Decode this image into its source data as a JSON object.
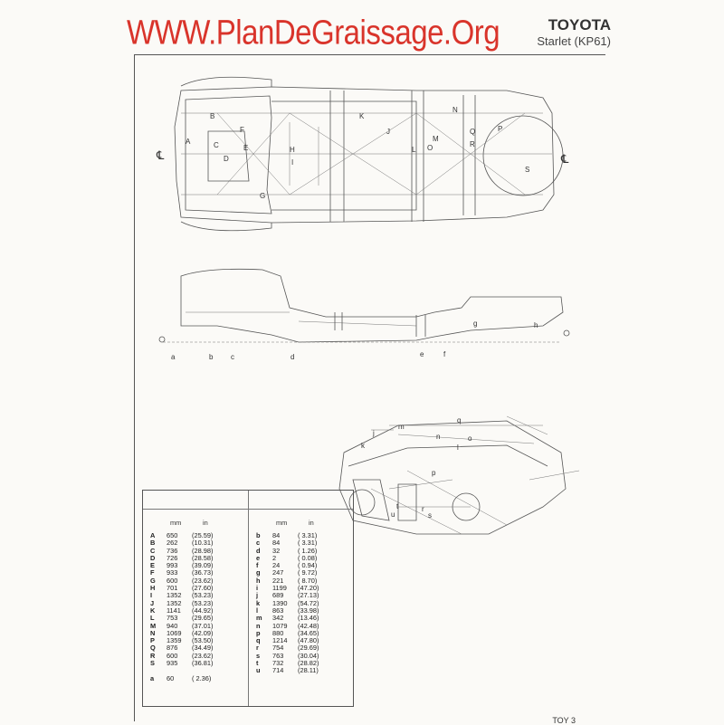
{
  "header": {
    "watermark": "WWW.PlanDeGraissage.Org",
    "make": "TOYOTA",
    "model": "Starlet (KP61)"
  },
  "diagram": {
    "centerline_symbol": "℄",
    "plan_labels": [
      "A",
      "B",
      "C",
      "D",
      "E",
      "F",
      "G",
      "H",
      "I",
      "J",
      "K",
      "L",
      "M",
      "N",
      "O",
      "P",
      "Q",
      "R",
      "S"
    ],
    "side_labels": [
      "a",
      "b",
      "c",
      "d",
      "e",
      "f",
      "g",
      "h"
    ],
    "front_labels": [
      "j",
      "k",
      "l",
      "m",
      "n",
      "o",
      "p",
      "q",
      "r",
      "s",
      "t",
      "u"
    ]
  },
  "table": {
    "head_mm": "mm",
    "head_in": "in",
    "left": [
      {
        "k": "A",
        "mm": "650",
        "in": "(25.59)"
      },
      {
        "k": "B",
        "mm": "262",
        "in": "(10.31)"
      },
      {
        "k": "C",
        "mm": "736",
        "in": "(28.98)"
      },
      {
        "k": "D",
        "mm": "726",
        "in": "(28.58)"
      },
      {
        "k": "E",
        "mm": "993",
        "in": "(39.09)"
      },
      {
        "k": "F",
        "mm": "933",
        "in": "(36.73)"
      },
      {
        "k": "G",
        "mm": "600",
        "in": "(23.62)"
      },
      {
        "k": "H",
        "mm": "701",
        "in": "(27.60)"
      },
      {
        "k": "I",
        "mm": "1352",
        "in": "(53.23)"
      },
      {
        "k": "J",
        "mm": "1352",
        "in": "(53.23)"
      },
      {
        "k": "K",
        "mm": "1141",
        "in": "(44.92)"
      },
      {
        "k": "L",
        "mm": "753",
        "in": "(29.65)"
      },
      {
        "k": "M",
        "mm": "940",
        "in": "(37.01)"
      },
      {
        "k": "N",
        "mm": "1069",
        "in": "(42.09)"
      },
      {
        "k": "P",
        "mm": "1359",
        "in": "(53.50)"
      },
      {
        "k": "Q",
        "mm": "876",
        "in": "(34.49)"
      },
      {
        "k": "R",
        "mm": "600",
        "in": "(23.62)"
      },
      {
        "k": "S",
        "mm": "935",
        "in": "(36.81)"
      }
    ],
    "left_extra": {
      "k": "a",
      "mm": "60",
      "in": "( 2.36)"
    },
    "right": [
      {
        "k": "b",
        "mm": "84",
        "in": "( 3.31)"
      },
      {
        "k": "c",
        "mm": "84",
        "in": "( 3.31)"
      },
      {
        "k": "d",
        "mm": "32",
        "in": "( 1.26)"
      },
      {
        "k": "e",
        "mm": "2",
        "in": "( 0.08)"
      },
      {
        "k": "f",
        "mm": "24",
        "in": "( 0.94)"
      },
      {
        "k": "g",
        "mm": "247",
        "in": "( 9.72)"
      },
      {
        "k": "h",
        "mm": "221",
        "in": "( 8.70)"
      },
      {
        "k": "i",
        "mm": "1199",
        "in": "(47.20)"
      },
      {
        "k": "j",
        "mm": "689",
        "in": "(27.13)"
      },
      {
        "k": "k",
        "mm": "1390",
        "in": "(54.72)"
      },
      {
        "k": "l",
        "mm": "863",
        "in": "(33.98)"
      },
      {
        "k": "m",
        "mm": "342",
        "in": "(13.46)"
      },
      {
        "k": "n",
        "mm": "1079",
        "in": "(42.48)"
      },
      {
        "k": "p",
        "mm": "880",
        "in": "(34.65)"
      },
      {
        "k": "q",
        "mm": "1214",
        "in": "(47.80)"
      },
      {
        "k": "r",
        "mm": "754",
        "in": "(29.69)"
      },
      {
        "k": "s",
        "mm": "763",
        "in": "(30.04)"
      },
      {
        "k": "t",
        "mm": "732",
        "in": "(28.82)"
      },
      {
        "k": "u",
        "mm": "714",
        "in": "(28.11)"
      }
    ]
  },
  "footer": {
    "page_ref": "TOY 3"
  }
}
